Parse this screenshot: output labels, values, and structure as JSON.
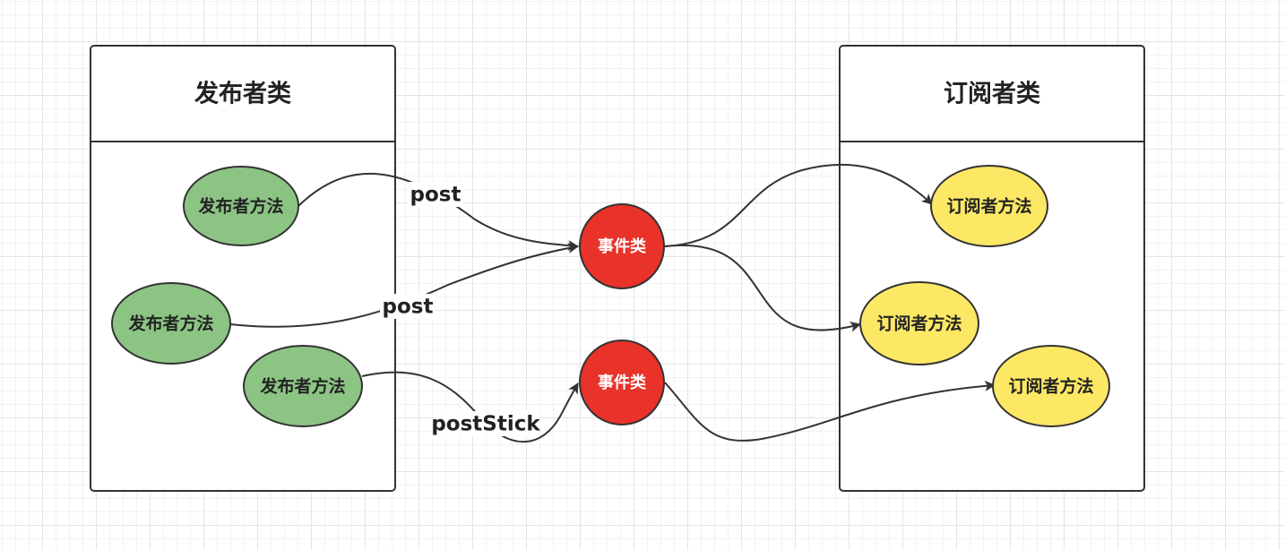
{
  "publisher_box": {
    "title": "发布者类"
  },
  "subscriber_box": {
    "title": "订阅者类"
  },
  "publisher_methods": [
    {
      "label": "发布者方法"
    },
    {
      "label": "发布者方法"
    },
    {
      "label": "发布者方法"
    }
  ],
  "events": [
    {
      "label": "事件类"
    },
    {
      "label": "事件类"
    }
  ],
  "subscriber_methods": [
    {
      "label": "订阅者方法"
    },
    {
      "label": "订阅者方法"
    },
    {
      "label": "订阅者方法"
    }
  ],
  "edge_labels": {
    "post_1": "post",
    "post_2": "post",
    "post_stick": "postStick"
  },
  "colors": {
    "publisher_fill": "#8cc484",
    "event_fill": "#e8322a",
    "subscriber_fill": "#fde865"
  }
}
